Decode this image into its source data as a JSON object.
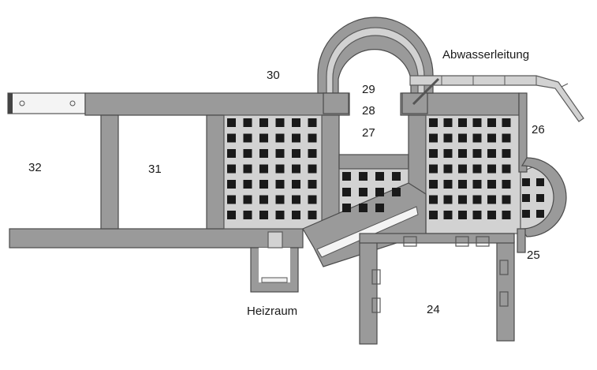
{
  "labels": {
    "r24": "24",
    "r25": "25",
    "r26": "26",
    "r27": "27",
    "r28": "28",
    "r29": "29",
    "r30": "30",
    "r31": "31",
    "r32": "32",
    "heizraum": "Heizraum",
    "abwasser": "Abwasserleitung"
  },
  "colors": {
    "wall": "#9a9a9a",
    "pillar": "#1a1a1a",
    "background": "#ffffff"
  }
}
